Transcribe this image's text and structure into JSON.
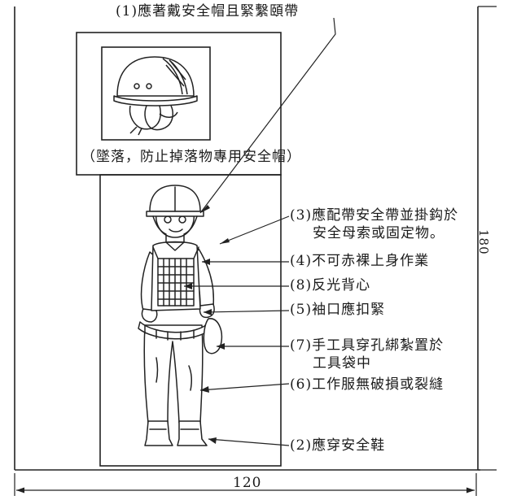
{
  "title": "(1)應著戴安全帽且緊繫頤帶",
  "helmet_caption": "（墜落，防止掉落物專用安全帽）",
  "callouts": [
    {
      "id": "c3a",
      "text": "(3)應配帶安全帶並掛鈎於"
    },
    {
      "id": "c3b",
      "text": "安全母索或固定物。"
    },
    {
      "id": "c4",
      "text": "(4)不可赤裸上身作業"
    },
    {
      "id": "c8",
      "text": "(8)反光背心"
    },
    {
      "id": "c5",
      "text": "(5)袖口應扣緊"
    },
    {
      "id": "c7a",
      "text": "(7)手工具穿孔綁紮置於"
    },
    {
      "id": "c7b",
      "text": "工具袋中"
    },
    {
      "id": "c6",
      "text": "(6)工作服無破損或裂縫"
    },
    {
      "id": "c2",
      "text": "(2)應穿安全鞋"
    }
  ],
  "width_dimension": "120",
  "side_dimension": "180"
}
